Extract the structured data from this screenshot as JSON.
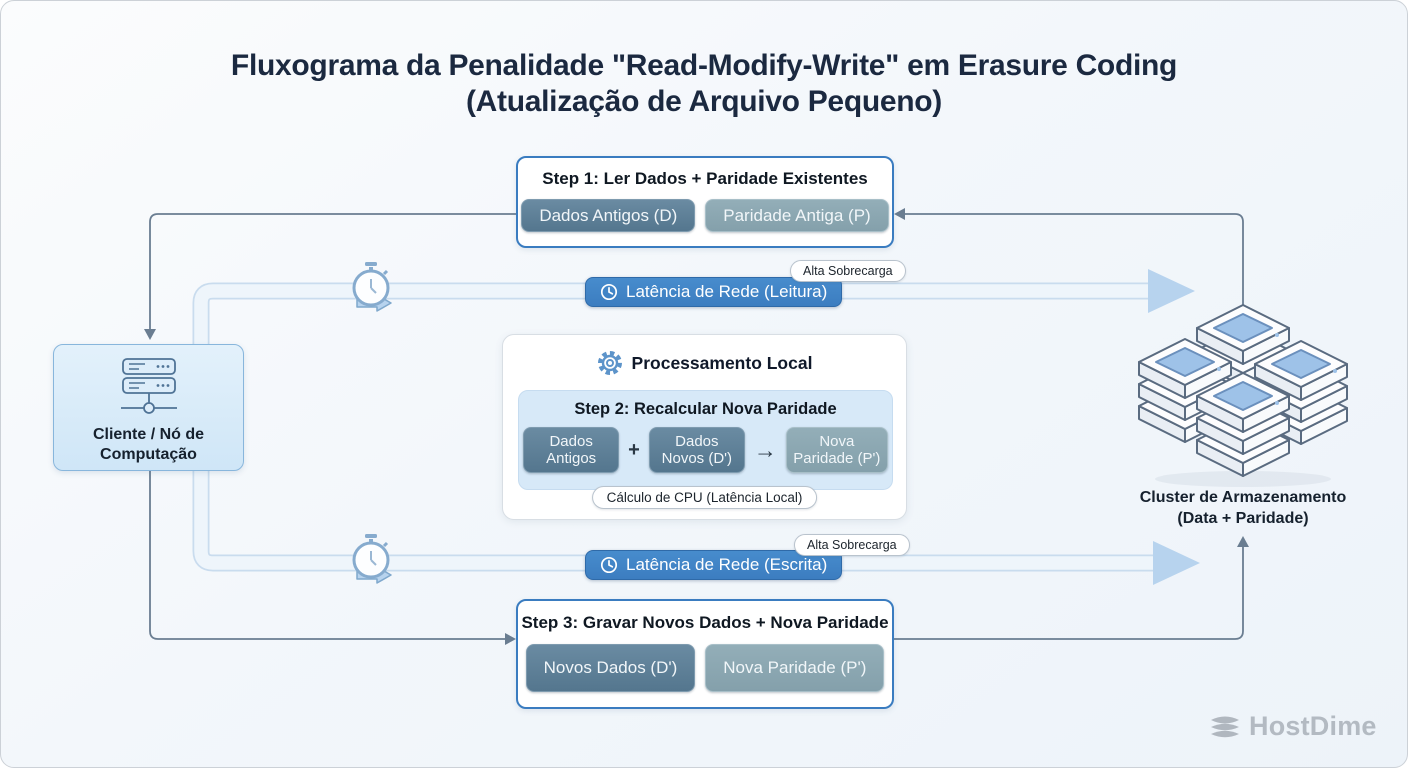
{
  "title": {
    "line1": "Fluxograma da Penalidade \"Read-Modify-Write\" em Erasure Coding",
    "line2": "(Atualização de Arquivo Pequeno)"
  },
  "client": {
    "label": "Cliente / Nó de Computação"
  },
  "step1": {
    "title": "Step 1: Ler Dados + Paridade Existentes",
    "chip_old_data": "Dados Antigos (D)",
    "chip_old_parity": "Paridade Antiga (P)"
  },
  "read_latency": {
    "label": "Latência de Rede (Leitura)",
    "badge": "Alta Sobrecarga"
  },
  "processing": {
    "title": "Processamento Local",
    "step2": {
      "title": "Step 2: Recalcular Nova Paridade",
      "chip_old": "Dados Antigos",
      "plus": "+",
      "chip_new": "Dados Novos (D')",
      "arrow": "→",
      "chip_parity": "Nova Paridade (P')"
    },
    "cpu_note": "Cálculo de CPU (Latência Local)"
  },
  "write_latency": {
    "label": "Latência de Rede (Escrita)",
    "badge": "Alta Sobrecarga"
  },
  "step3": {
    "title": "Step 3: Gravar Novos Dados + Nova Paridade",
    "chip_new_data": "Novos Dados (D')",
    "chip_new_parity": "Nova Paridade (P')"
  },
  "cluster": {
    "label_line1": "Cluster de Armazenamento",
    "label_line2": "(Data + Paridade)"
  },
  "footer": {
    "brand": "HostDime"
  },
  "icons": {
    "clock": "clock-icon",
    "gear": "gear-icon",
    "stopwatch": "stopwatch-icon",
    "server": "server-icon",
    "cluster": "server-cluster-icon",
    "brand": "stacked-layers-icon"
  },
  "colors": {
    "accent_blue": "#3d80c4",
    "step_border_blue": "#3a7cc0",
    "chip_dark": "#5d7e95",
    "chip_light": "#8ba6b0",
    "band_blue": "#b7d3ee",
    "connector_gray": "#6a7d91",
    "title_navy": "#1b2940",
    "client_fill": "#d9ebf9",
    "inner_fill": "#d7e9f8",
    "brand_gray": "#b3bac2"
  }
}
